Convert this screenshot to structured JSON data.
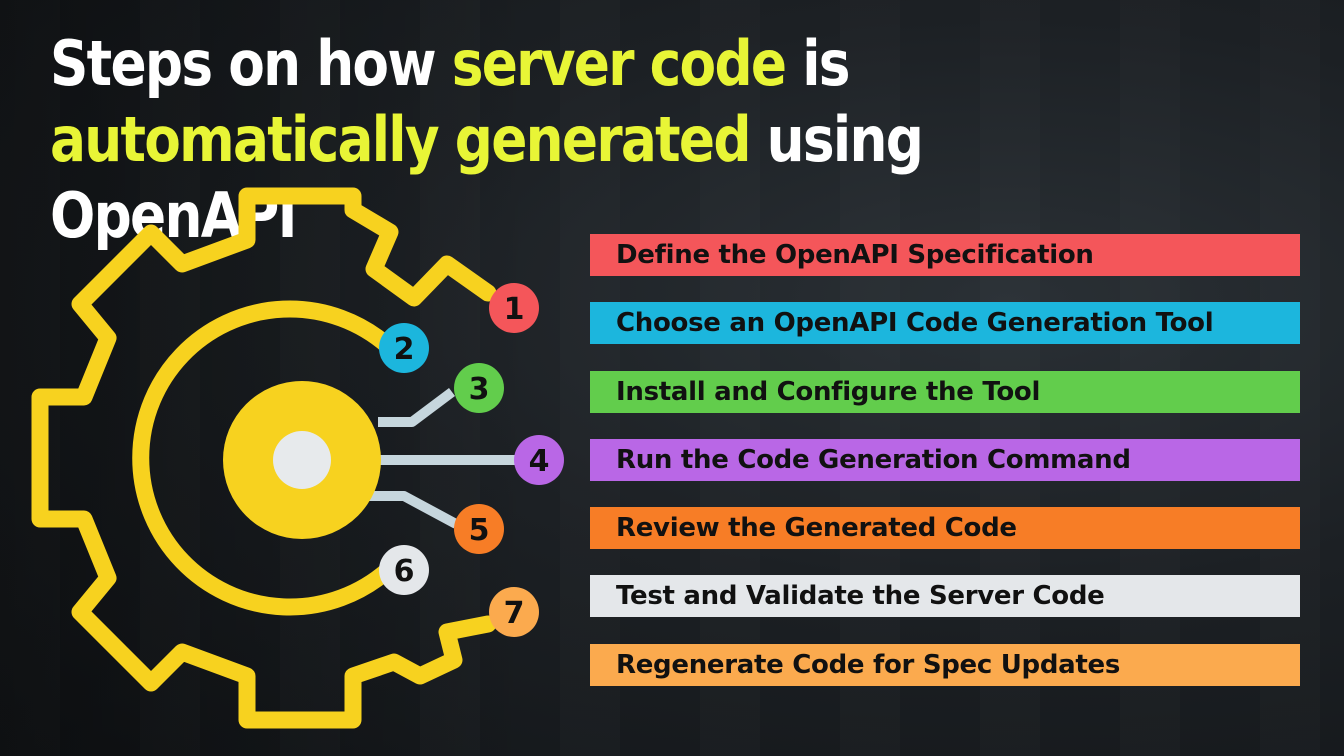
{
  "title": {
    "part1": "Steps on how ",
    "hl1": "server code",
    "part2": " is ",
    "hl2": "automatically generated",
    "part3": " using OpenAPI"
  },
  "colors": {
    "highlight": "#e8f536",
    "gear": "#f7d21f",
    "connector": "#c6d6dd"
  },
  "steps": [
    {
      "number": "1",
      "label": "Define the OpenAPI Specification",
      "color": "#f4565a"
    },
    {
      "number": "2",
      "label": "Choose an OpenAPI Code Generation Tool",
      "color": "#1cb6dd"
    },
    {
      "number": "3",
      "label": "Install and Configure the Tool",
      "color": "#62cd4c"
    },
    {
      "number": "4",
      "label": "Run the Code Generation Command",
      "color": "#b967e6"
    },
    {
      "number": "5",
      "label": "Review the Generated Code",
      "color": "#f77d26"
    },
    {
      "number": "6",
      "label": "Test and Validate the Server Code",
      "color": "#e4e7ea"
    },
    {
      "number": "7",
      "label": "Regenerate Code for Spec Updates",
      "color": "#fbaa4e"
    }
  ]
}
